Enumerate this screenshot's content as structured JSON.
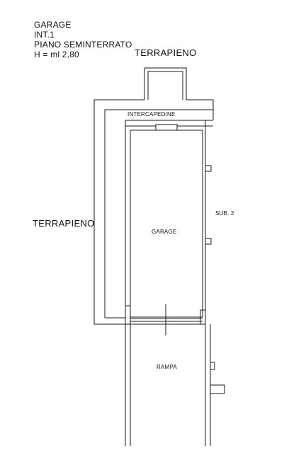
{
  "header": {
    "line1": "GARAGE",
    "line2": "INT.1",
    "line3": "PIANO SEMINTERRATO",
    "line4": "H = ml 2,80"
  },
  "labels": {
    "terrapieno_top": "TERRAPIENO",
    "terrapieno_left": "TERRAPIENO",
    "intercapedine": "INTERCAPEDINE",
    "garage": "GARAGE",
    "sub2": "SUB. 2",
    "rampa": "RAMPA"
  },
  "colors": {
    "line": "#1a1a1a"
  }
}
